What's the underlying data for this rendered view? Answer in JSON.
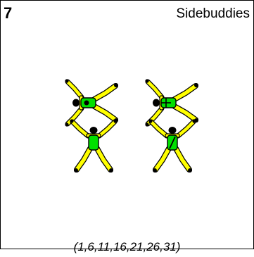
{
  "card": {
    "number": "7",
    "title": "Sidebuddies",
    "sequence": "(1,6,11,16,21,26,31)"
  },
  "colors": {
    "suit": "#ffff00",
    "torso": "#00e000",
    "outline": "#000000",
    "head": "#000000",
    "background": "#ffffff"
  },
  "groups": [
    {
      "name": "left-formation",
      "top_jumper_grip": "circle",
      "bottom_jumper_grip": "plain"
    },
    {
      "name": "right-formation",
      "top_jumper_grip": "cross",
      "bottom_jumper_grip": "diagonal"
    }
  ]
}
